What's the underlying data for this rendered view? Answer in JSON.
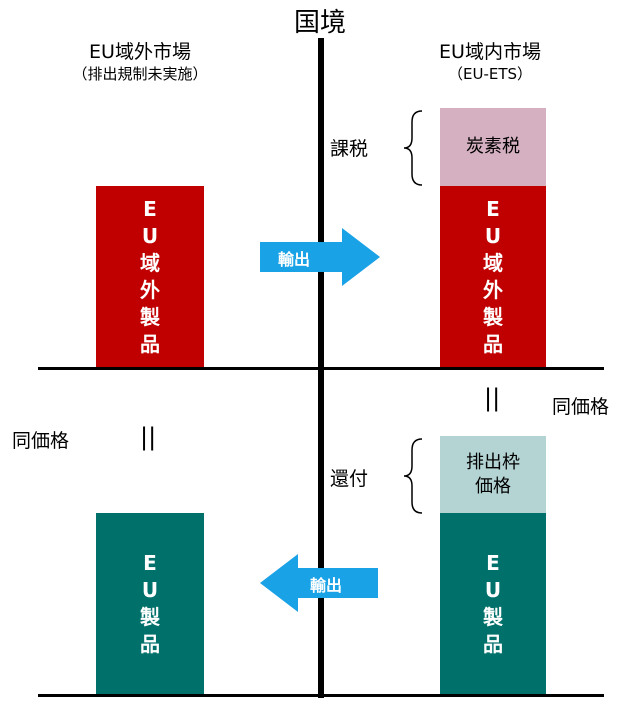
{
  "border": {
    "label": "国境"
  },
  "left": {
    "title": "EU域外市場",
    "subtitle": "（排出規制未実施）",
    "top_product": "E\nU\n域\n外\n製\n品",
    "same_price": "同価格",
    "equals": "||",
    "bottom_product": "E\nU\n製\n品"
  },
  "right": {
    "title": "EU域内市場",
    "subtitle": "（EU-ETS）",
    "tax_label": "課税",
    "carbon_tax": "炭素税",
    "top_product": "E\nU\n域\n外\n製\n品",
    "equals": "||",
    "same_price": "同価格",
    "refund_label": "還付",
    "allowance_price": "排出枠\n価格",
    "bottom_product": "E\nU\n製\n品"
  },
  "arrows": {
    "import_label": "輸出",
    "export_label": "輸出"
  },
  "colors": {
    "red_product": "#c00000",
    "teal_product": "#00706b",
    "carbon_tax": "#d4b0c0",
    "allowance": "#b4d4d4",
    "arrow": "#1aa2e6"
  }
}
